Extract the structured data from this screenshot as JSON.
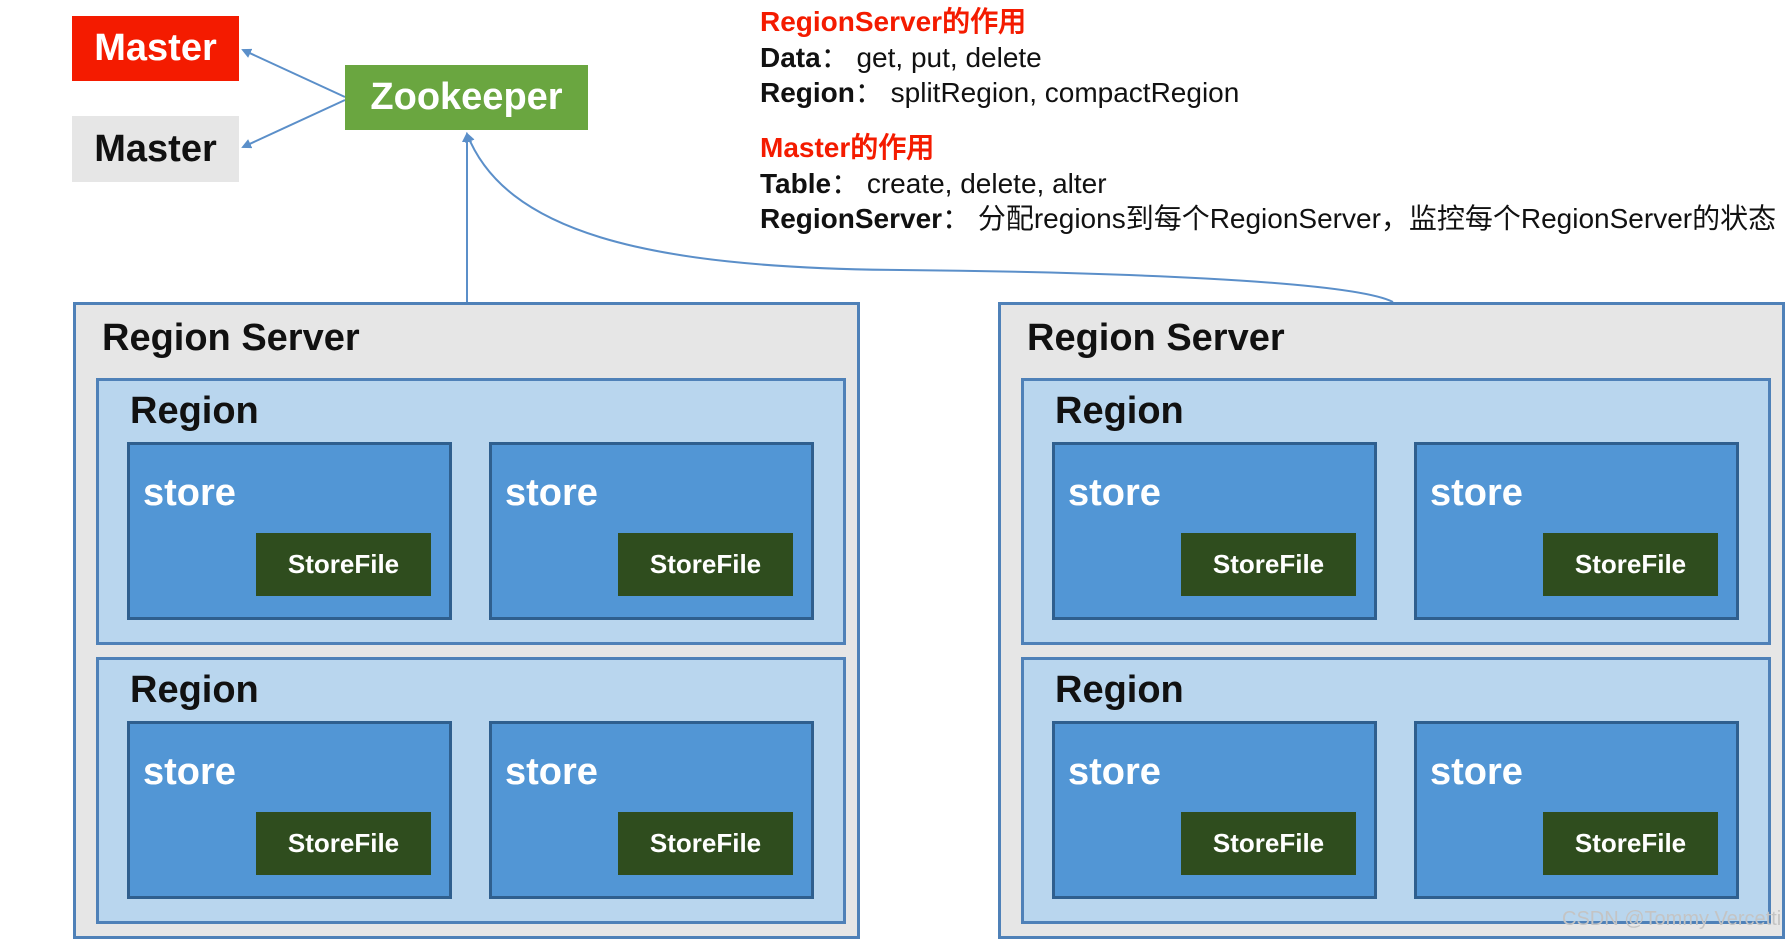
{
  "nodes": {
    "master_active": "Master",
    "master_standby": "Master",
    "zookeeper": "Zookeeper"
  },
  "notes": {
    "regionserver_heading": "RegionServer的作用",
    "data_key": "Data",
    "data_value": "： get, put, delete",
    "region_key": "Region",
    "region_value": "： splitRegion, compactRegion",
    "master_heading": "Master的作用",
    "table_key": "Table",
    "table_value": "： create, delete, alter",
    "regionserver_key": "RegionServer",
    "regionserver_value": "： 分配regions到每个RegionServer，监控每个RegionServer的状态"
  },
  "region_servers": [
    {
      "title": "Region Server",
      "regions": [
        {
          "title": "Region",
          "stores": [
            {
              "label": "store",
              "file": "StoreFile"
            },
            {
              "label": "store",
              "file": "StoreFile"
            }
          ]
        },
        {
          "title": "Region",
          "stores": [
            {
              "label": "store",
              "file": "StoreFile"
            },
            {
              "label": "store",
              "file": "StoreFile"
            }
          ]
        }
      ]
    },
    {
      "title": "Region Server",
      "regions": [
        {
          "title": "Region",
          "stores": [
            {
              "label": "store",
              "file": "StoreFile"
            },
            {
              "label": "store",
              "file": "StoreFile"
            }
          ]
        },
        {
          "title": "Region",
          "stores": [
            {
              "label": "store",
              "file": "StoreFile"
            },
            {
              "label": "store",
              "file": "StoreFile"
            }
          ]
        }
      ]
    }
  ],
  "watermark": "CSDN @Tommy Vercetti",
  "colors": {
    "master_active": "#f41b00",
    "master_standby": "#e6e6e6",
    "zookeeper": "#6aa640",
    "server_bg": "#e6e6e6",
    "region_bg": "#b9d6ee",
    "store_bg": "#5296d5",
    "storefile_bg": "#2f4d1e",
    "connector": "#5b8fc9",
    "heading_red": "#f41b00"
  }
}
